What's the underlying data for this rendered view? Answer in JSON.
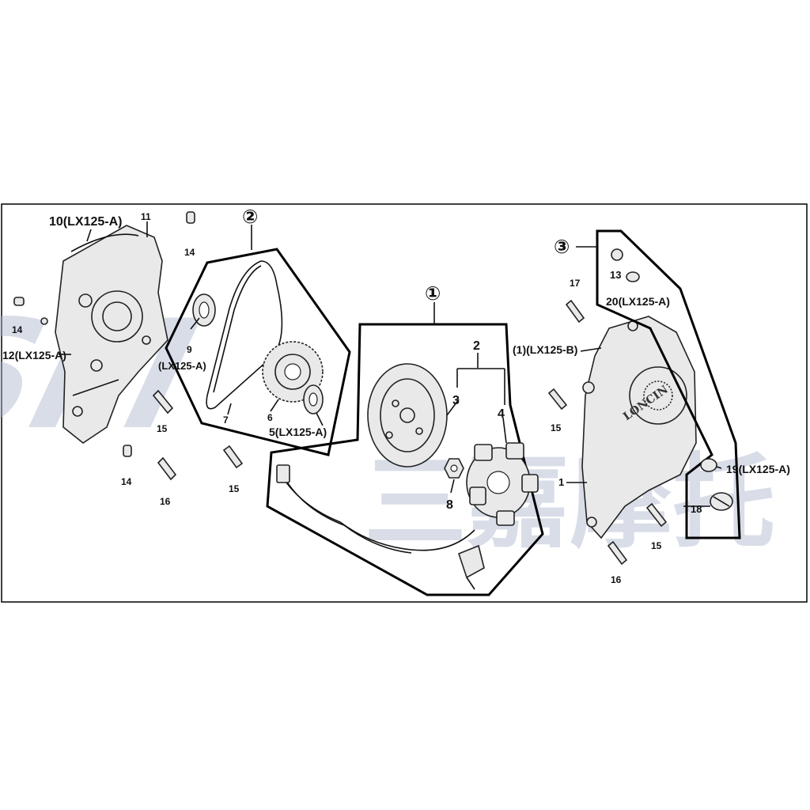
{
  "watermark": {
    "logo_text": "SM",
    "chinese_text": "三嘉摩托"
  },
  "labels": {
    "p10": "10(LX125-A)",
    "p11": "11",
    "p14a": "14",
    "p14b": "14",
    "p14c": "14",
    "p12": "12(LX125-A)",
    "p15a": "15",
    "p16a": "16",
    "p15b": "15",
    "g2": "②",
    "p9": "9",
    "p9s": "(LX125-A)",
    "p7": "7",
    "p6": "6",
    "p5": "5(LX125-A)",
    "g1": "①",
    "p2": "2",
    "p3": "3",
    "p4": "4",
    "p8": "8",
    "g3": "③",
    "p13": "13",
    "p20": "20(LX125-A)",
    "p17": "17",
    "p1b": "(1)(LX125-B)",
    "p15c": "15",
    "p1": "1",
    "p19": "19(LX125-A)",
    "p18": "18",
    "p15d": "15",
    "p16b": "16"
  },
  "cover_logo": "LONCIN"
}
